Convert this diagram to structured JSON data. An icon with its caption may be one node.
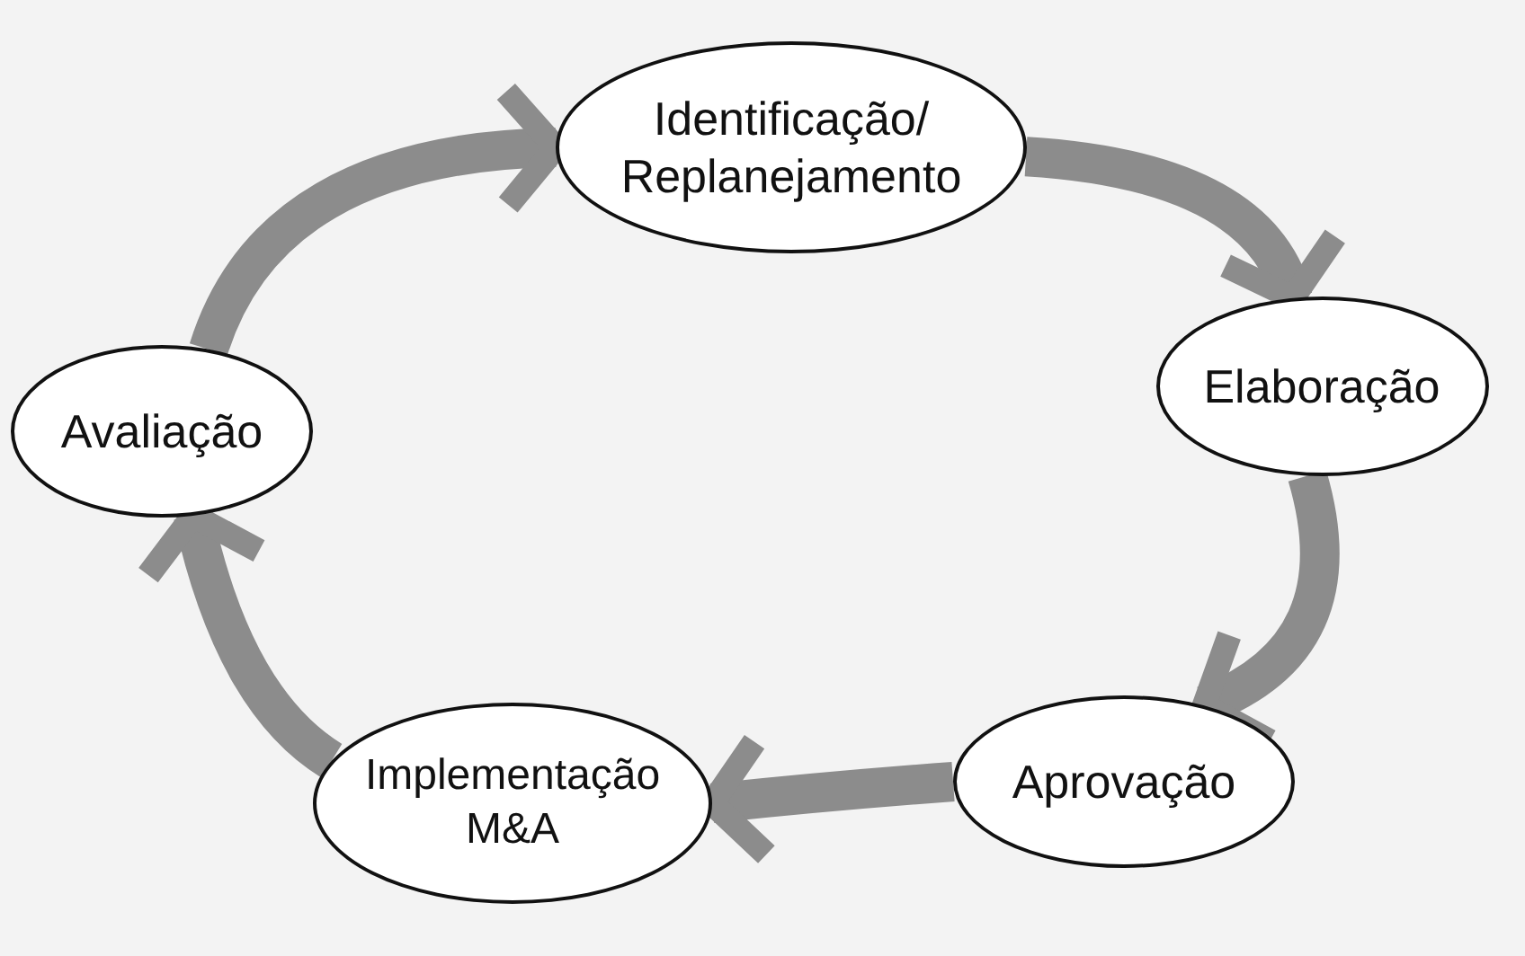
{
  "diagram": {
    "nodes": [
      {
        "text": [
          "Identificação/ Replanejamento"
        ]
      },
      {
        "text": [
          "Elaboração"
        ]
      },
      {
        "text": [
          "Aprovação"
        ]
      },
      {
        "text": [
          "Implementação M&A"
        ]
      },
      {
        "text": [
          "Avaliação"
        ]
      }
    ],
    "edges": [
      {
        "from": 0,
        "to": 1,
        "arrow": "to"
      },
      {
        "from": 1,
        "to": 2,
        "arrow": "to"
      },
      {
        "from": 2,
        "to": 3,
        "arrow": "to"
      },
      {
        "from": 3,
        "to": 4,
        "arrow": "to"
      },
      {
        "from": 4,
        "to": 0,
        "arrow": "to"
      }
    ]
  }
}
